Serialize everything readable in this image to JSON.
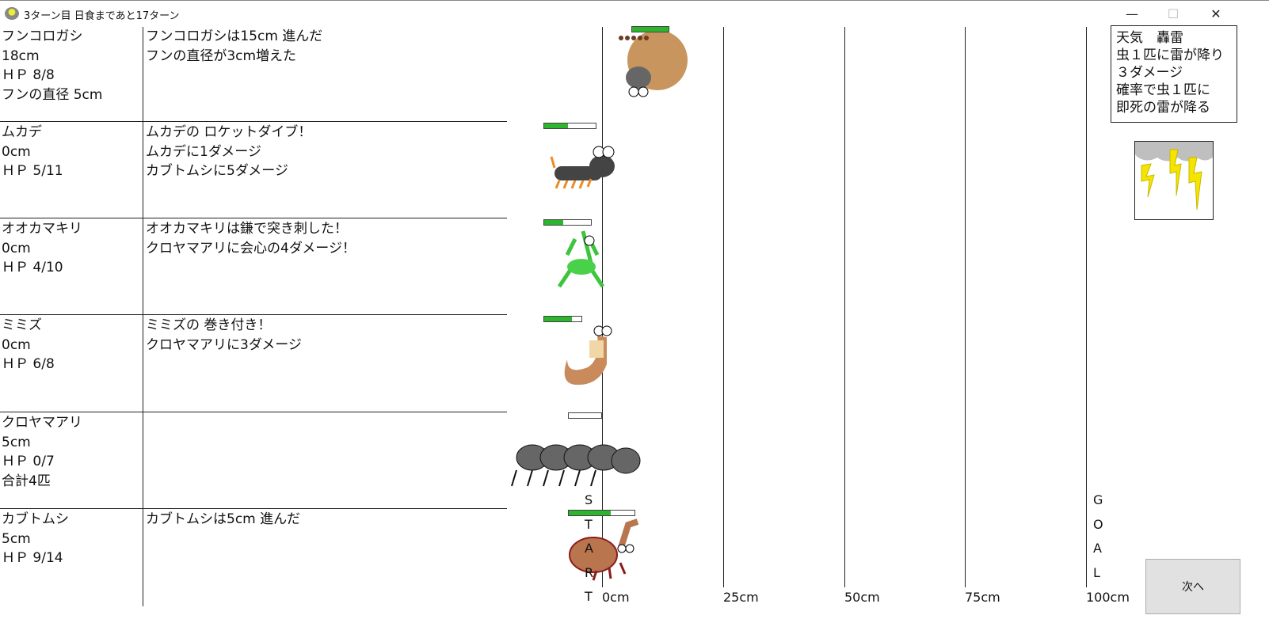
{
  "window": {
    "title": "3ターン目 日食まであと17ターン",
    "minimize": "—",
    "maximize": "☐",
    "close": "✕"
  },
  "bugs": [
    {
      "name": "フンコロガシ",
      "lines": "フンコロガシ\n18cm\nＨＰ 8/8\nフンの直径 5cm",
      "log": "フンコロガシは15cm 進んだ\nフンの直径が3cm増えた",
      "hp": 8,
      "hp_max": 8,
      "position_cm": 18
    },
    {
      "name": "ムカデ",
      "lines": "ムカデ\n0cm\nＨＰ 5/11",
      "log": "ムカデの ロケットダイブ！\nムカデに1ダメージ\nカブトムシに5ダメージ",
      "hp": 5,
      "hp_max": 11,
      "position_cm": 0
    },
    {
      "name": "オオカマキリ",
      "lines": "オオカマキリ\n0cm\nＨＰ 4/10",
      "log": "オオカマキリは鎌で突き刺した！\nクロヤマアリに会心の4ダメージ！",
      "hp": 4,
      "hp_max": 10,
      "position_cm": 0
    },
    {
      "name": "ミミズ",
      "lines": "ミミズ\n0cm\nＨＰ 6/8",
      "log": "ミミズの 巻き付き！\nクロヤマアリに3ダメージ",
      "hp": 6,
      "hp_max": 8,
      "position_cm": 0
    },
    {
      "name": "クロヤマアリ",
      "lines": "クロヤマアリ\n5cm\nＨＰ 0/7\n合計4匹",
      "log": "",
      "hp": 0,
      "hp_max": 7,
      "position_cm": 5
    },
    {
      "name": "カブトムシ",
      "lines": "カブトムシ\n5cm\nＨＰ 9/14",
      "log": "カブトムシは5cm 進んだ",
      "hp": 9,
      "hp_max": 14,
      "position_cm": 5
    }
  ],
  "track": {
    "ticks": [
      "0cm",
      "25cm",
      "50cm",
      "75cm",
      "100cm"
    ],
    "start_letters": [
      "S",
      "T",
      "A",
      "R",
      "T"
    ],
    "goal_letters": [
      "G",
      "O",
      "A",
      "L"
    ]
  },
  "weather": {
    "text": "天気　轟雷\n虫１匹に雷が降り\n３ダメージ\n確率で虫１匹に\n即死の雷が降る",
    "icon": "thunder-cloud-icon"
  },
  "next_button": "次へ",
  "colors": {
    "hp_fill": "#2db52d"
  }
}
